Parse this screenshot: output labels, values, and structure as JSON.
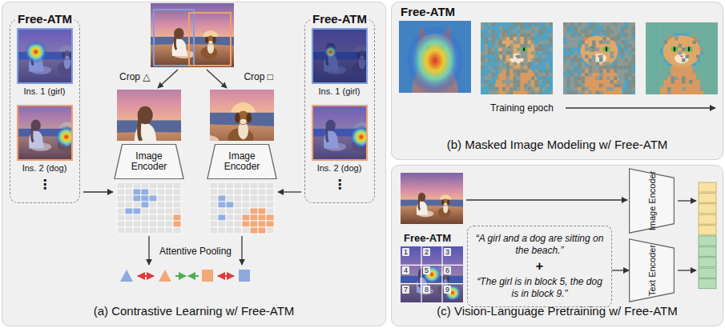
{
  "diagram": {
    "nodes": [
      {
        "text": [
          "(a) Contrastive Learning w/ Free-ATM"
        ]
      },
      {
        "text": [
          "Free-ATM"
        ],
        "in": 0
      },
      {
        "text": [
          "Ins. 1 (girl)"
        ],
        "in": 1
      },
      {
        "text": [
          "Ins. 2 (dog)"
        ],
        "in": 1
      },
      {
        "text": [
          "Crop △"
        ],
        "in": 0
      },
      {
        "text": [
          "Image Encoder"
        ],
        "in": 0
      },
      {
        "text": [
          "Crop □"
        ],
        "in": 0
      },
      {
        "text": [
          "Image Encoder"
        ],
        "in": 0
      },
      {
        "text": [
          "Free-ATM"
        ],
        "in": 0
      },
      {
        "text": [
          "Ins. 1 (girl)"
        ],
        "in": 8
      },
      {
        "text": [
          "Ins. 2 (dog)"
        ],
        "in": 8
      },
      {
        "text": [
          "(b) Masked Image Modeling w/ Free-ATM"
        ]
      },
      {
        "text": [
          "(c) Vision-Language Pretraining w/ Free-ATM"
        ]
      },
      {
        "text": [
          "“A girl and a dog are sitting on the beach.”",
          "+",
          "“The girl is in block 5, the dog is in block 9.”"
        ],
        "in": 12
      },
      {
        "text": [
          "Image Encoder"
        ],
        "in": 12
      },
      {
        "text": [
          "Text Encoder"
        ],
        "in": 12
      }
    ],
    "edges": [
      {
        "from": 13,
        "to": 15,
        "arrow": "to"
      }
    ],
    "labels": [
      "⋮",
      "⋮",
      "Attentive Pooling",
      "Free-ATM",
      "Training epoch",
      "Free-ATM",
      "1",
      "2",
      "3",
      "4",
      "5",
      "6",
      "7",
      "8",
      "9"
    ]
  }
}
